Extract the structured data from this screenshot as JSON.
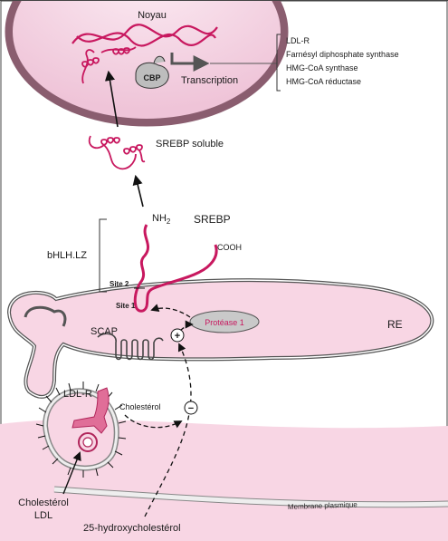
{
  "labels": {
    "noyau": "Noyau",
    "cbp": "CBP",
    "transcription": "Transcription",
    "srebp_soluble": "SREBP soluble",
    "nh2": "NH",
    "nh2_sub": "2",
    "srebp": "SREBP",
    "cooh": "COOH",
    "bhlh": "bHLH.LZ",
    "site2": "Site 2",
    "site1": "Site 1",
    "protease": "Protéase 1",
    "re": "RE",
    "scap": "SCAP",
    "plus": "+",
    "minus": "−",
    "ldlr": "LDL-R",
    "cholesterol": "Cholestérol",
    "chol_ldl_line1": "Cholestérol",
    "chol_ldl_line2": "LDL",
    "hydroxy": "25-hydroxycholestérol",
    "membrane": "Membrane plasmique"
  },
  "genes": [
    "LDL-R",
    "Farnésyl diphosphate synthase",
    "HMG-CoA synthase",
    "HMG-CoA réductase"
  ],
  "colors": {
    "magenta": "#c8185f",
    "nucleus_fill": "#f3d3e2",
    "nucleus_rim": "#8a5d6f",
    "er_fill": "#f8d6e4",
    "cell_fill": "#f8d6e4",
    "protease_fill": "#c9c9c9",
    "protease_text": "#c8185f",
    "ldlr_fill": "#e06e98"
  }
}
